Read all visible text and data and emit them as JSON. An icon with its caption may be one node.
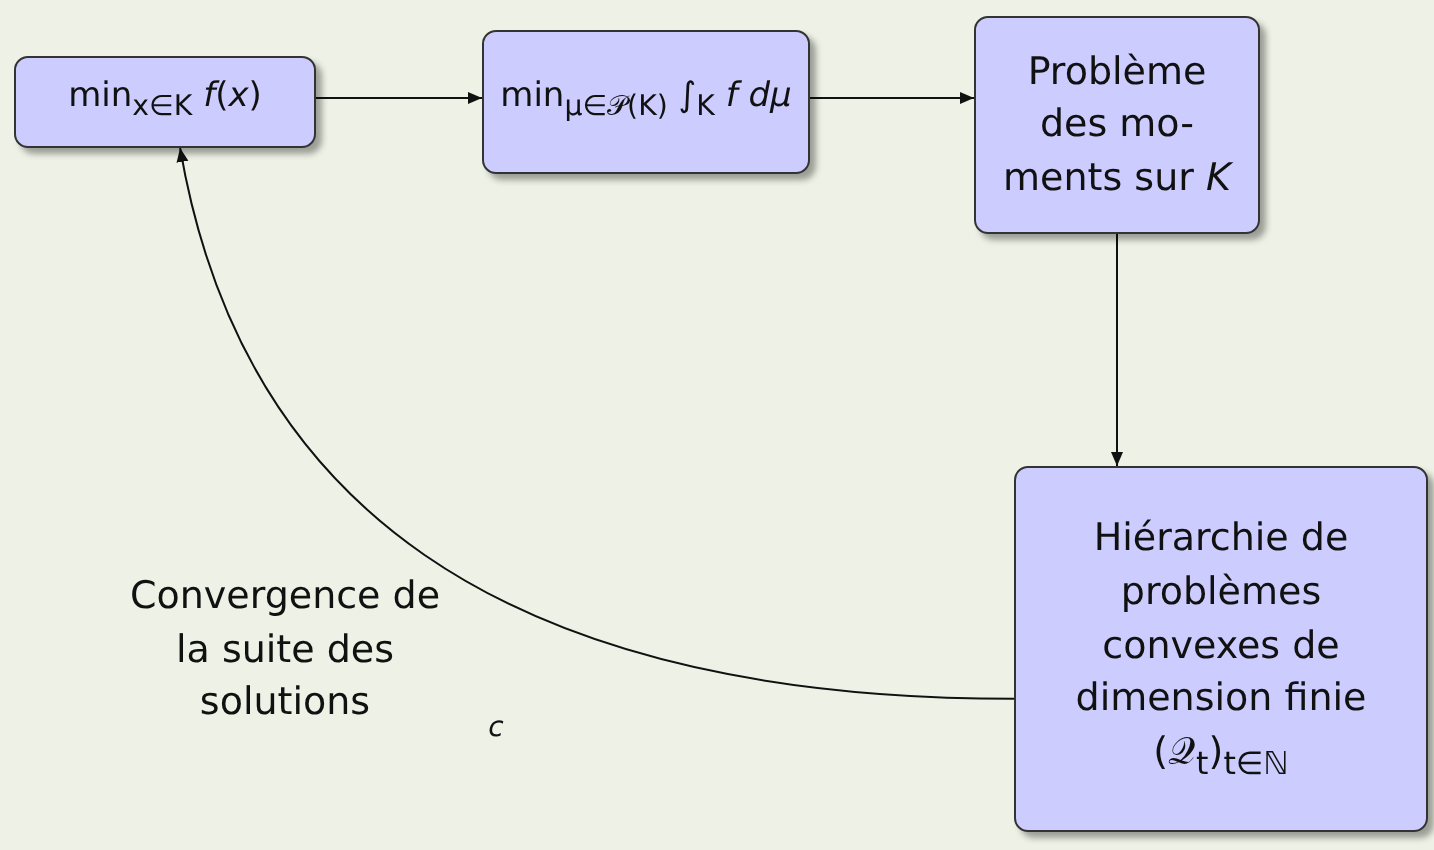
{
  "diagram": {
    "nodes": [
      {
        "text": [
          "min$_{x∈K}$ *f*(*x*)"
        ]
      },
      {
        "text": [
          "min$_{μ∈𝒫(K)}$ ∫$_{K}$ *f dμ*"
        ]
      },
      {
        "text": [
          "Problème des mo- ments sur *K*"
        ]
      },
      {
        "text": [
          "Hiérarchie de problèmes convexes de dimension finie (𝒬$_{t}$)$_{t∈ℕ}$"
        ]
      }
    ],
    "edges": [
      {
        "from": 0,
        "to": 1,
        "arrow": "to"
      },
      {
        "from": 1,
        "to": 2,
        "arrow": "to"
      },
      {
        "from": 2,
        "to": 3,
        "arrow": "to"
      },
      {
        "from": 3,
        "to": 0,
        "arrow": "to"
      }
    ],
    "labels": [
      "Convergence de la suite des solutions",
      "*c*"
    ]
  }
}
